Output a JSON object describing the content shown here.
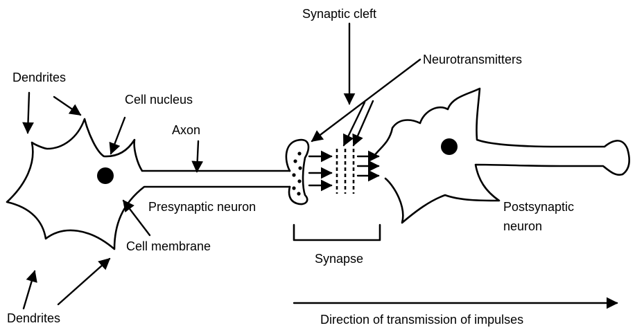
{
  "labels": {
    "dendrites_top": "Dendrites",
    "cell_nucleus": "Cell nucleus",
    "axon": "Axon",
    "synaptic_cleft": "Synaptic cleft",
    "neurotransmitters": "Neurotransmitters",
    "presynaptic_neuron": "Presynaptic neuron",
    "cell_membrane": "Cell membrane",
    "synapse": "Synapse",
    "postsynaptic_neuron_line1": "Postsynaptic",
    "postsynaptic_neuron_line2": "neuron",
    "dendrites_bottom": "Dendrites",
    "direction": "Direction of transmission of impulses"
  }
}
